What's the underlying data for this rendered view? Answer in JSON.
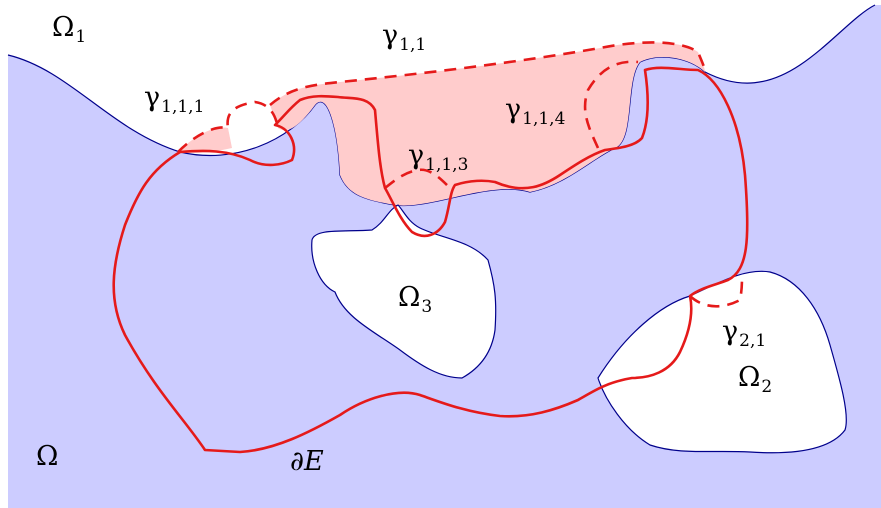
{
  "colors": {
    "omega_fill": "#ccccff",
    "omega_border": "#00008b",
    "boundary_curve": "#e51a1a",
    "shaded_region": "#ffcccc"
  },
  "labels": {
    "omega": {
      "base": "Ω",
      "sub": ""
    },
    "omega1": {
      "base": "Ω",
      "sub": "1"
    },
    "omega2": {
      "base": "Ω",
      "sub": "2"
    },
    "omega3": {
      "base": "Ω",
      "sub": "3"
    },
    "gamma11": {
      "base": "γ",
      "sub": "1,1"
    },
    "gamma111": {
      "base": "γ",
      "sub": "1,1,1"
    },
    "gamma113": {
      "base": "γ",
      "sub": "1,1,3"
    },
    "gamma114": {
      "base": "γ",
      "sub": "1,1,4"
    },
    "gamma21": {
      "base": "γ",
      "sub": "2,1"
    },
    "boundary_E": {
      "base": "∂E",
      "sub": ""
    }
  }
}
